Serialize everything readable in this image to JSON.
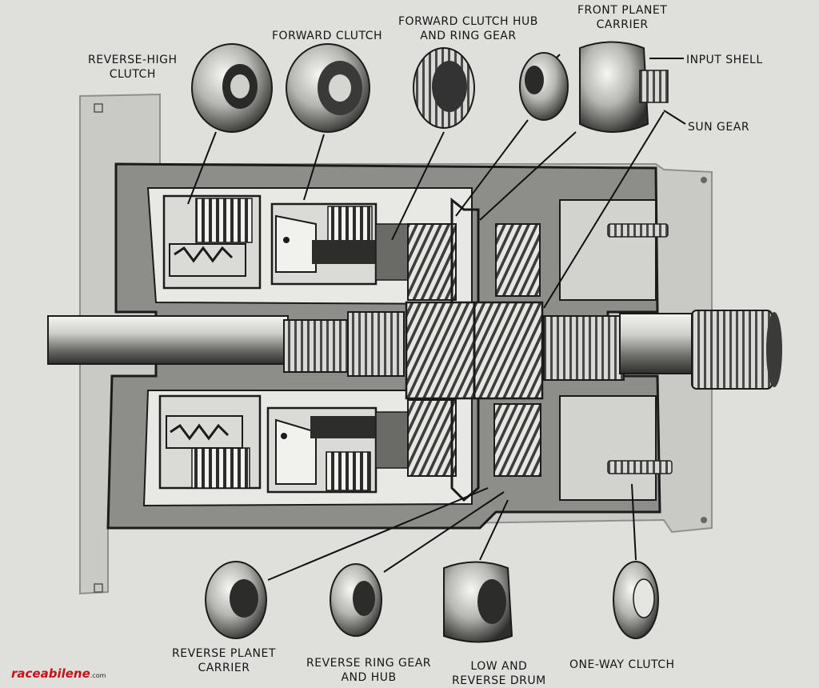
{
  "labels": {
    "reverse_high_clutch": [
      "REVERSE-HIGH",
      "CLUTCH"
    ],
    "forward_clutch": [
      "FORWARD CLUTCH"
    ],
    "forward_clutch_hub": [
      "FORWARD CLUTCH HUB",
      "AND RING GEAR"
    ],
    "front_planet_carrier": [
      "FRONT PLANET",
      "CARRIER"
    ],
    "input_shell": [
      "INPUT SHELL"
    ],
    "sun_gear": [
      "SUN GEAR"
    ],
    "reverse_planet_carrier": [
      "REVERSE PLANET",
      "CARRIER"
    ],
    "reverse_ring_gear": [
      "REVERSE RING GEAR",
      "AND HUB"
    ],
    "low_reverse_drum": [
      "LOW AND",
      "REVERSE DRUM"
    ],
    "one_way_clutch": [
      "ONE-WAY CLUTCH"
    ]
  },
  "watermark": {
    "brand": "raceabilene",
    "suffix": ".com"
  },
  "colors": {
    "paper": "#dfe0dc",
    "ink": "#1b1b1b",
    "section": "#9a9b97",
    "dark": "#3a3a3a",
    "brand": "#c4121a"
  }
}
